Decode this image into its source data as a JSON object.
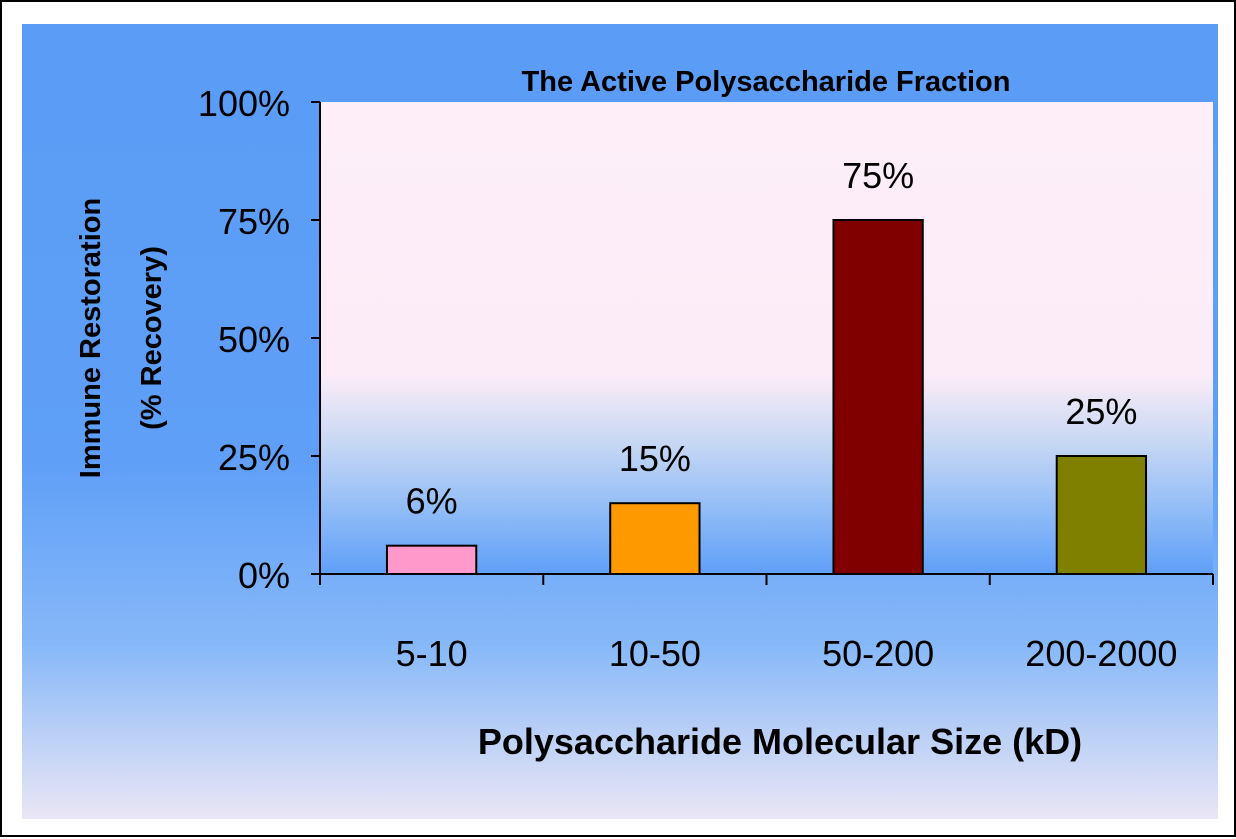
{
  "chart_data": {
    "type": "bar",
    "title": "The Active Polysaccharide Fraction",
    "xlabel": "Polysaccharide Molecular Size (kD)",
    "ylabel_lines": [
      "Immune Restoration",
      "(% Recovery)"
    ],
    "categories": [
      "5-10",
      "10-50",
      "50-200",
      "200-2000"
    ],
    "values": [
      6,
      15,
      75,
      25
    ],
    "data_labels": [
      "6%",
      "15%",
      "75%",
      "25%"
    ],
    "bar_colors": [
      "#ff99cc",
      "#ff9900",
      "#800000",
      "#808000"
    ],
    "ylim": [
      0,
      100
    ],
    "yticks": [
      0,
      25,
      50,
      75,
      100
    ],
    "ytick_labels": [
      "0%",
      "25%",
      "50%",
      "75%",
      "100%"
    ],
    "grid": false,
    "legend": "none"
  },
  "colors": {
    "plot_area_top": "#fdeef8",
    "background_blue": "#5c9ef8",
    "background_bottom": "#e8e4f4"
  }
}
